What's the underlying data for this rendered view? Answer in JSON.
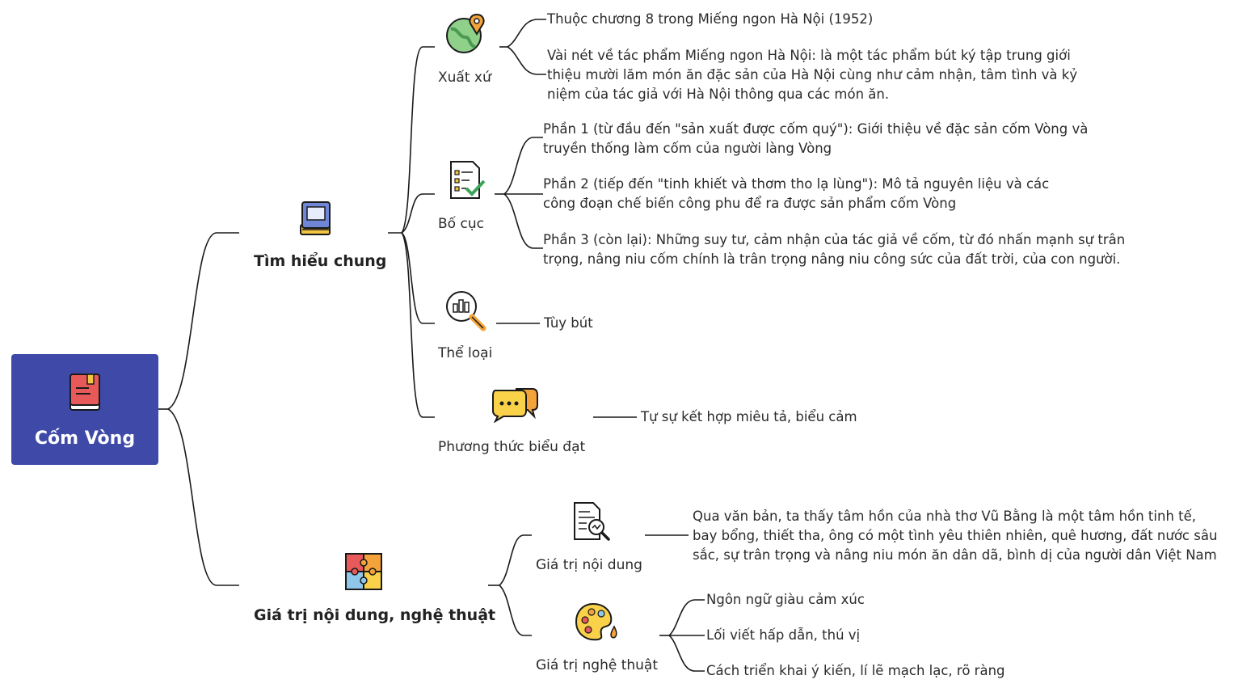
{
  "root": {
    "title": "Cốm Vòng",
    "icon": "book-icon"
  },
  "branches": {
    "general": {
      "title": "Tìm hiểu chung",
      "icon": "book-stack-icon",
      "origin": {
        "label": "Xuất xứ",
        "icon": "globe-pin-icon",
        "item1": "Thuộc chương 8 trong Miếng ngon Hà Nội (1952)",
        "item2": [
          "Vài nét về tác phẩm Miếng ngon Hà Nội: là một tác phẩm bút ký tập trung giới",
          "thiệu mười lăm món ăn đặc sản của Hà Nội cùng như cảm nhận, tâm tình và kỷ",
          "niệm của tác giả với Hà Nội thông qua các món ăn."
        ]
      },
      "layout": {
        "label": "Bố cục",
        "icon": "checklist-icon",
        "part1": [
          "Phần 1 (từ đầu đến \"sản xuất được cốm quý\"): Giới thiệu về đặc sản cốm Vòng và",
          "truyền thống làm cốm của người làng Vòng"
        ],
        "part2": [
          "Phần 2 (tiếp đến \"tinh khiết và thơm tho lạ lùng\"): Mô tả nguyên liệu và các",
          "công đoạn chế biến công phu để ra được sản phẩm cốm Vòng"
        ],
        "part3": [
          "Phần 3 (còn lại): Những suy tư, cảm nhận của tác giả về cốm, từ đó nhấn mạnh sự trân",
          "trọng, nâng niu cốm chính là trân trọng nâng niu công sức của đất trời, của con người."
        ]
      },
      "genre": {
        "label": "Thể loại",
        "icon": "magnifier-chart-icon",
        "value": "Tùy bút"
      },
      "mode": {
        "label": "Phương thức biểu đạt",
        "icon": "speech-bubbles-icon",
        "value": "Tự sự kết hợp miêu tả, biểu cảm"
      }
    },
    "value": {
      "title": "Giá trị nội dung, nghệ thuật",
      "icon": "puzzle-icon",
      "content": {
        "label": "Giá trị nội dung",
        "icon": "document-search-icon",
        "text": [
          "Qua văn bản, ta thấy tâm hồn của nhà thơ Vũ Bằng là một tâm hồn tinh tế,",
          "bay bổng, thiết tha, ông có một tình yêu thiên nhiên, quê hương, đất nước sâu",
          "sắc, sự trân trọng và nâng niu món ăn dân dã, bình dị của người dân Việt Nam"
        ]
      },
      "art": {
        "label": "Giá trị nghệ thuật",
        "icon": "palette-icon",
        "item1": "Ngôn ngữ giàu cảm xúc",
        "item2": "Lối viết hấp dẫn, thú vị",
        "item3": "Cách triển khai ý kiến, lí lẽ mạch lạc, rõ ràng"
      }
    }
  },
  "colors": {
    "root_bg": "#3f4aa8",
    "line": "#1a1a1a"
  }
}
